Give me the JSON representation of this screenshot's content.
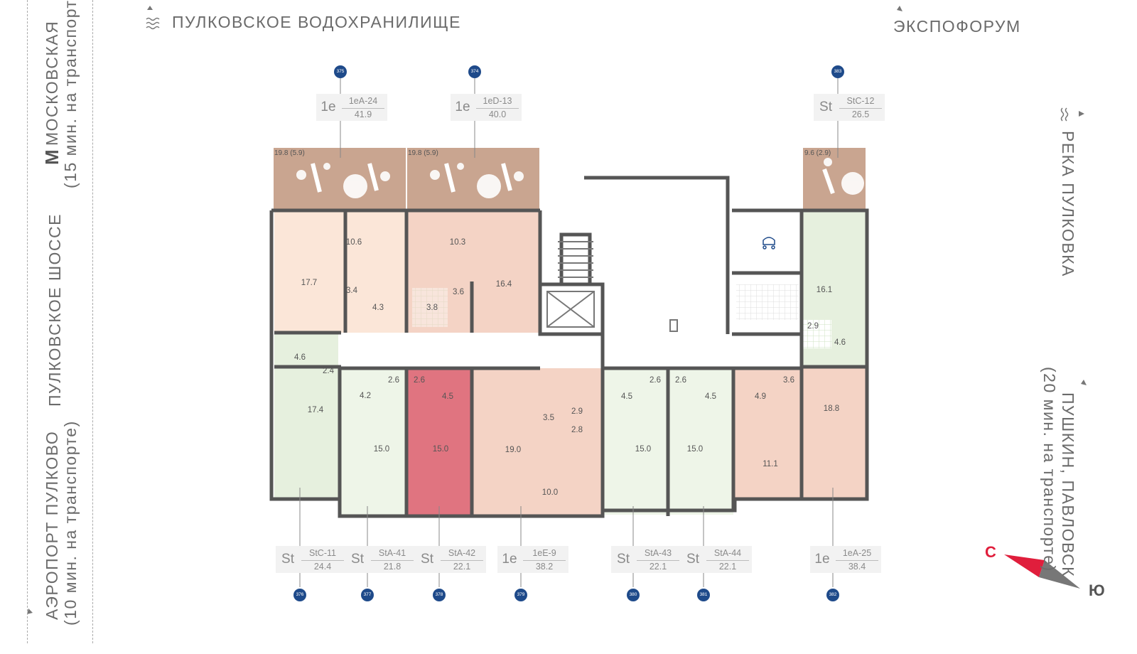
{
  "landmarks": {
    "reservoir": "ПУЛКОВСКОЕ ВОДОХРАНИЛИЩЕ",
    "expoforum": "ЭКСПОФОРУМ",
    "moskovskaya": "МОСКОВСКАЯ",
    "moskovskaya_time": "(15 мин. на транспорте)",
    "shosse": "ПУЛКОВСКОЕ ШОССЕ",
    "airport": "АЭРОПОРТ ПУЛКОВО",
    "airport_time": "(10 мин. на транспорте)",
    "river": "РЕКА ПУЛКОВКА",
    "pushkin": "ПУШКИН, ПАВЛОВСК",
    "pushkin_time": "(20 мин. на транспорте)",
    "metro_letter": "М"
  },
  "compass": {
    "north": "С",
    "south": "Ю",
    "north_color": "#e01e3c"
  },
  "colors": {
    "highlight": "#e07480",
    "peach": "#f9e4d6",
    "salmon": "#f3d2c4",
    "green": "#e5f0dd",
    "terrace": "#c8a48f",
    "wall": "#555555",
    "badge": "#1e4a8a"
  },
  "units_top": [
    {
      "num": "375",
      "kind": "1е",
      "code": "1еA-24",
      "area": "41.9",
      "terrace": "19.8 (5.9)"
    },
    {
      "num": "374",
      "kind": "1е",
      "code": "1еD-13",
      "area": "40.0",
      "terrace": "19.8 (5.9)"
    },
    {
      "num": "383",
      "kind": "St",
      "code": "StC-12",
      "area": "26.5",
      "terrace": "9.6 (2.9)"
    }
  ],
  "units_bottom": [
    {
      "num": "376",
      "kind": "St",
      "code": "StC-11",
      "area": "24.4"
    },
    {
      "num": "377",
      "kind": "St",
      "code": "StA-41",
      "area": "21.8"
    },
    {
      "num": "378",
      "kind": "St",
      "code": "StA-42",
      "area": "22.1",
      "selected": true
    },
    {
      "num": "379",
      "kind": "1е",
      "code": "1еE-9",
      "area": "38.2"
    },
    {
      "num": "380",
      "kind": "St",
      "code": "StA-43",
      "area": "22.1"
    },
    {
      "num": "381",
      "kind": "St",
      "code": "StA-44",
      "area": "22.1"
    },
    {
      "num": "382",
      "kind": "1е",
      "code": "1еA-25",
      "area": "38.4"
    }
  ],
  "rooms": [
    "10.6",
    "10.3",
    "17.7",
    "3.4",
    "4.3",
    "3.8",
    "3.6",
    "16.4",
    "16.1",
    "2.9",
    "4.6",
    "4.6",
    "2.4",
    "17.4",
    "4.2",
    "2.6",
    "2.6",
    "4.5",
    "15.0",
    "15.0",
    "19.0",
    "3.5",
    "2.9",
    "2.8",
    "10.0",
    "4.5",
    "2.6",
    "2.6",
    "4.5",
    "4.9",
    "3.6",
    "18.8",
    "15.0",
    "15.0",
    "11.1"
  ]
}
